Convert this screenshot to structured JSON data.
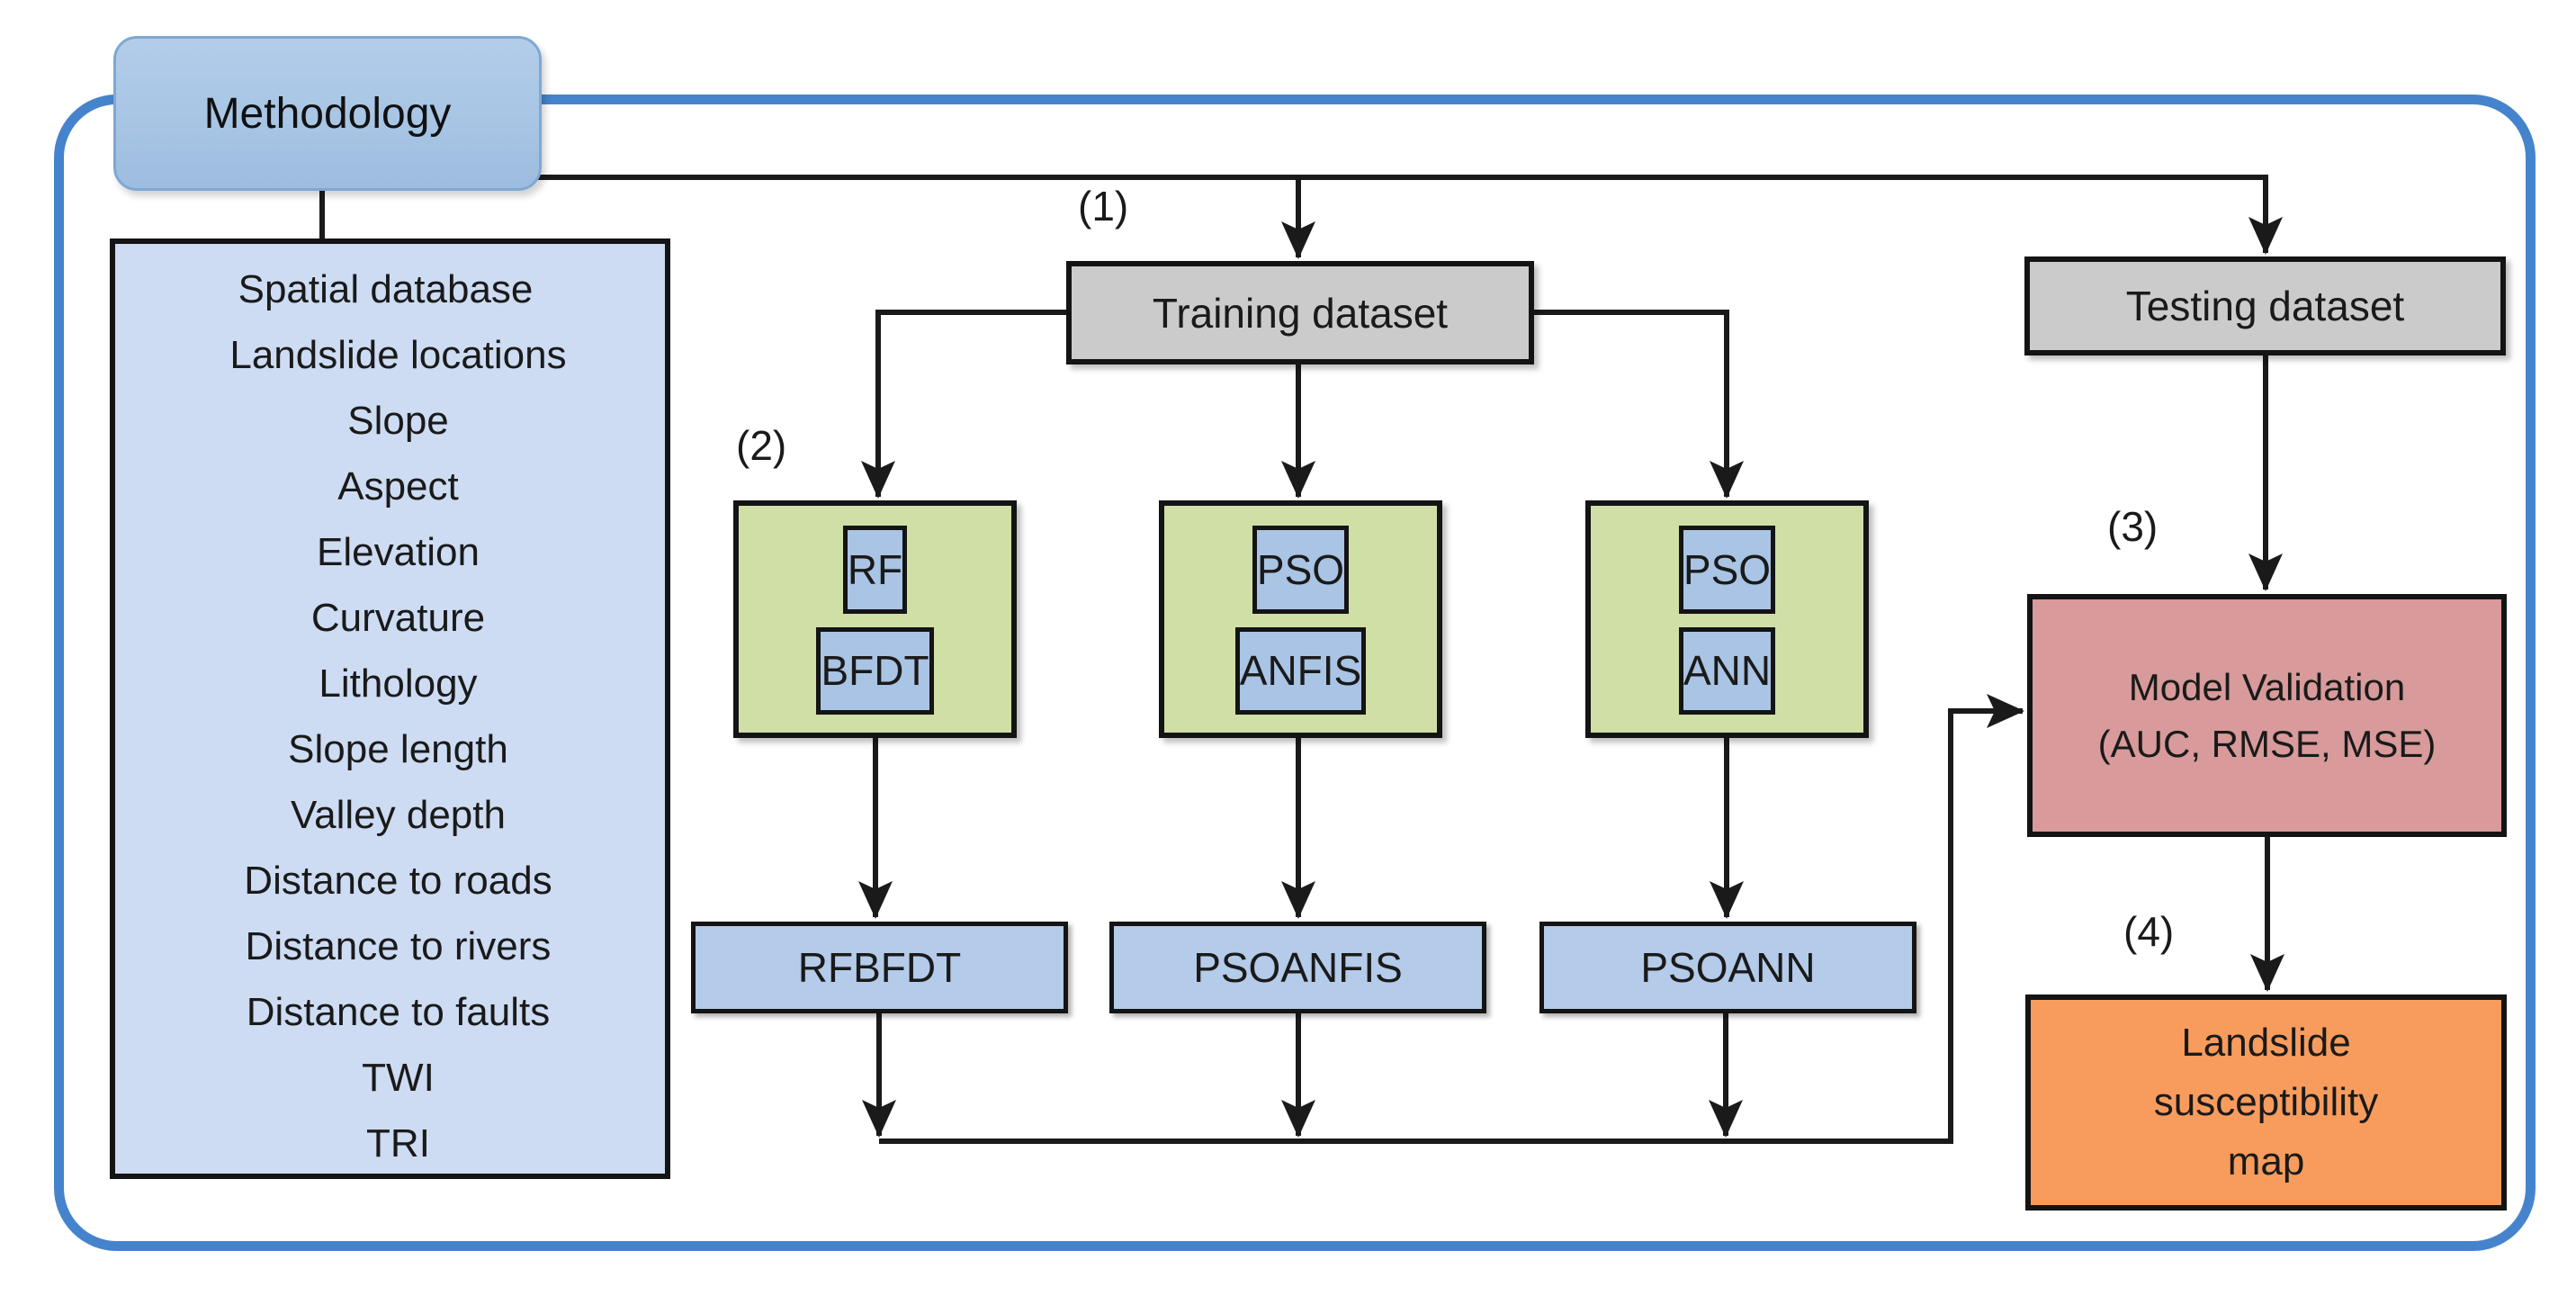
{
  "title": "Methodology",
  "step_labels": {
    "s1": "(1)",
    "s2": "(2)",
    "s3": "(3)",
    "s4": "(4)"
  },
  "spatial_database": {
    "title": "Spatial database",
    "items": [
      "Landslide locations",
      "Slope",
      "Aspect",
      "Elevation",
      "Curvature",
      "Lithology",
      "Slope length",
      "Valley depth",
      "Distance to roads",
      "Distance to rivers",
      "Distance to faults",
      "TWI",
      "TRI"
    ]
  },
  "datasets": {
    "training": "Training dataset",
    "testing": "Testing dataset"
  },
  "models": [
    {
      "stage1": "RF",
      "stage2": "BFDT",
      "ensemble": "RFBFDT"
    },
    {
      "stage1": "PSO",
      "stage2": "ANFIS",
      "ensemble": "PSOANFIS"
    },
    {
      "stage1": "PSO",
      "stage2": "ANN",
      "ensemble": "PSOANN"
    }
  ],
  "validation": {
    "line1": "Model Validation",
    "line2": "(AUC, RMSE, MSE)"
  },
  "result": {
    "line1": "Landslide",
    "line2": "susceptibility",
    "line3": "map"
  },
  "colors": {
    "frame_border": "#4584cd",
    "methodology_fill": "#a8c5e5",
    "spatial_fill": "#cddcf3",
    "dataset_fill": "#cbcbcb",
    "model_group_fill": "#d0dfa6",
    "model_box_fill": "#a9c4e4",
    "ensemble_fill": "#b4cbe9",
    "validation_fill": "#d89a9a",
    "result_fill": "#f89c5e",
    "connector": "#1a1a1a"
  }
}
